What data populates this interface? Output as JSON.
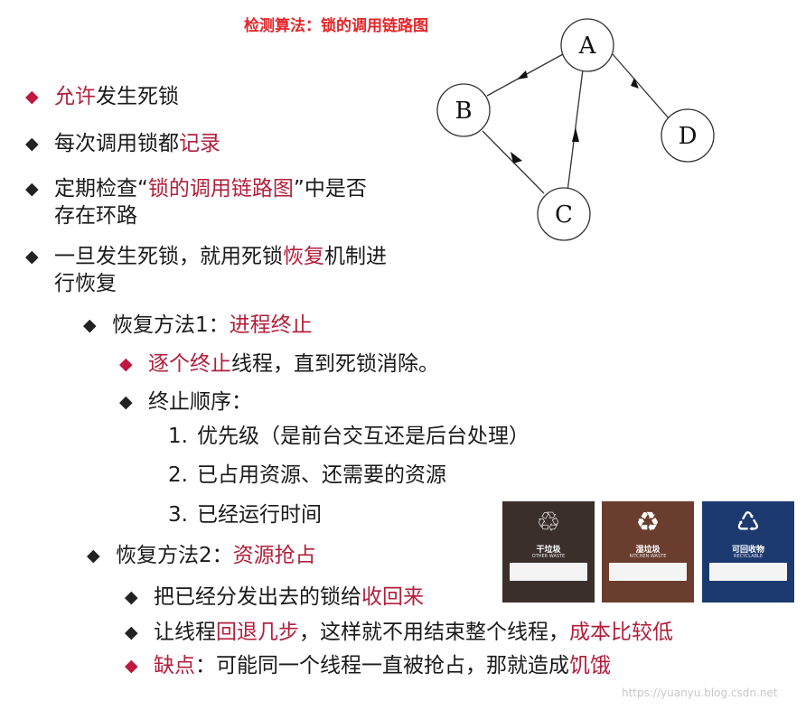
{
  "title": "检测算法：锁的调用链路图",
  "graph": {
    "nodes": {
      "a": "A",
      "b": "B",
      "c": "C",
      "d": "D"
    }
  },
  "items": [
    {
      "pre": "",
      "red": "允许",
      "post": "发生死锁"
    },
    {
      "pre": "每次调用锁都",
      "red": "记录",
      "post": ""
    },
    {
      "pre": "定期检查“",
      "red": "锁的调用链路图",
      "post": "”中是否",
      "cont": "存在环路"
    },
    {
      "pre": "一旦发生死锁，就用死锁",
      "red": "恢复",
      "post": "机制进",
      "cont": "行恢复"
    }
  ],
  "method1": {
    "pre": "恢复方法1：",
    "red": "进程终止",
    "sub1_red": "逐个终止",
    "sub1_post": "线程，直到死锁消除。",
    "sub2": "终止顺序：",
    "order": [
      {
        "num": "1.",
        "text": "优先级（是前台交互还是后台处理）"
      },
      {
        "num": "2.",
        "text": "已占用资源、还需要的资源"
      },
      {
        "num": "3.",
        "text": "已经运行时间"
      }
    ]
  },
  "method2": {
    "pre": "恢复方法2：",
    "red": "资源抢占",
    "sub1_pre": "把已经分发出去的锁给",
    "sub1_red": "收回来",
    "sub2_pre": "让线程",
    "sub2_red": "回退几步",
    "sub2_mid": "，这样就不用结束整个线程，",
    "sub2_red2": "成本比较低",
    "sub3_red": "缺点",
    "sub3_post": "：可能同一个线程一直被抢占，那就造成",
    "sub3_red2": "饥饿"
  },
  "bins": [
    {
      "name": "干垃圾",
      "en": "OTHER WASTE",
      "color": "#3b2f2c",
      "symbol": "♲"
    },
    {
      "name": "湿垃圾",
      "en": "KITCHEN WASTE",
      "color": "#6b3d2e",
      "symbol": "♻"
    },
    {
      "name": "可回收物",
      "en": "RECYCLABLE",
      "color": "#1d3a70",
      "symbol": "♺"
    }
  ],
  "watermark": "https://yuanyu.blog.csdn.net"
}
